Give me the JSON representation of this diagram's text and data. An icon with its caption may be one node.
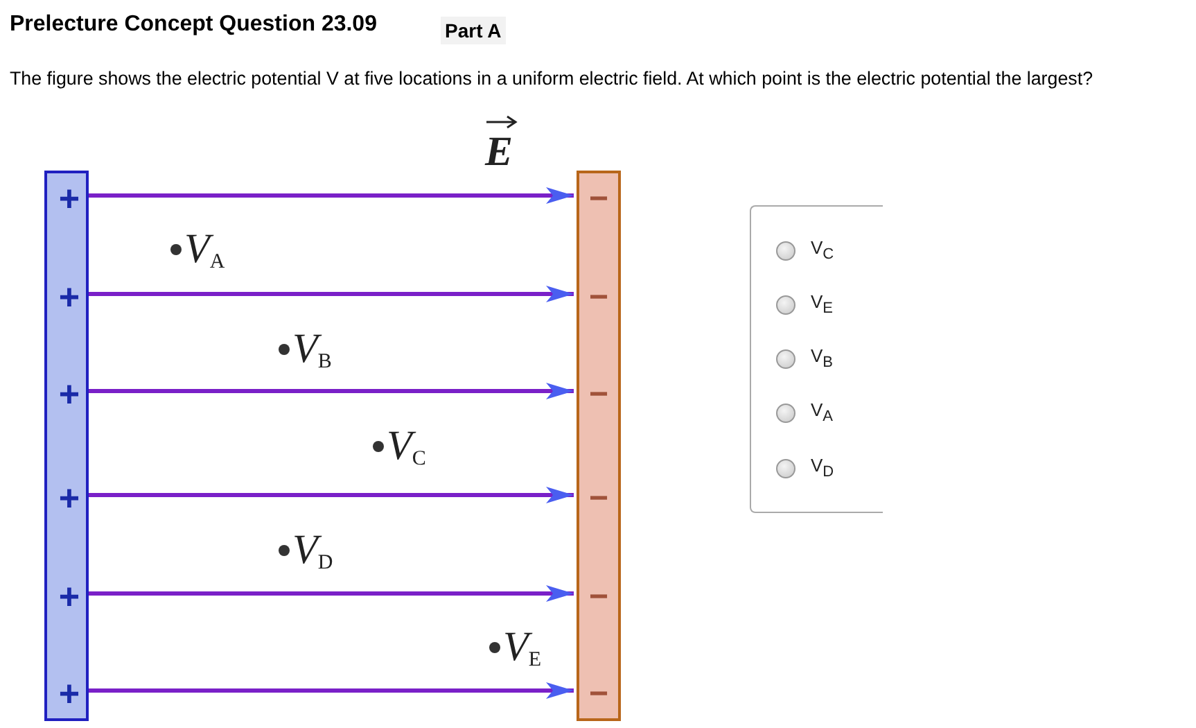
{
  "diagram": {
    "title": "Prelecture Concept Question 23.09",
    "nodes": [
      {
        "text": [],
        "shape": "bar"
      },
      {
        "text": [],
        "shape": "bar"
      }
    ],
    "edges": [
      {
        "from": 0,
        "to": 1,
        "arrow": "to"
      },
      {
        "from": 0,
        "to": 1,
        "arrow": "to"
      },
      {
        "from": 0,
        "to": 1,
        "arrow": "to"
      },
      {
        "from": 0,
        "to": 1,
        "arrow": "to"
      },
      {
        "from": 0,
        "to": 1,
        "arrow": "to"
      },
      {
        "from": 0,
        "to": 1,
        "arrow": "to"
      }
    ],
    "labels": [
      "Part A",
      "The figure shows the electric potential V at five locations in a uniform electric field. At which point is the electric potential the largest?",
      "E",
      "+",
      "−",
      "V$_{A}$",
      "+",
      "−",
      "V$_{B}$",
      "+",
      "−",
      "V$_{C}$",
      "+",
      "−",
      "V$_{D}$",
      "+",
      "−",
      "V$_{E}$",
      "+",
      "−",
      "V$_{C}$",
      "V$_{E}$",
      "V$_{B}$",
      "V$_{A}$",
      "V$_{D}$"
    ]
  }
}
